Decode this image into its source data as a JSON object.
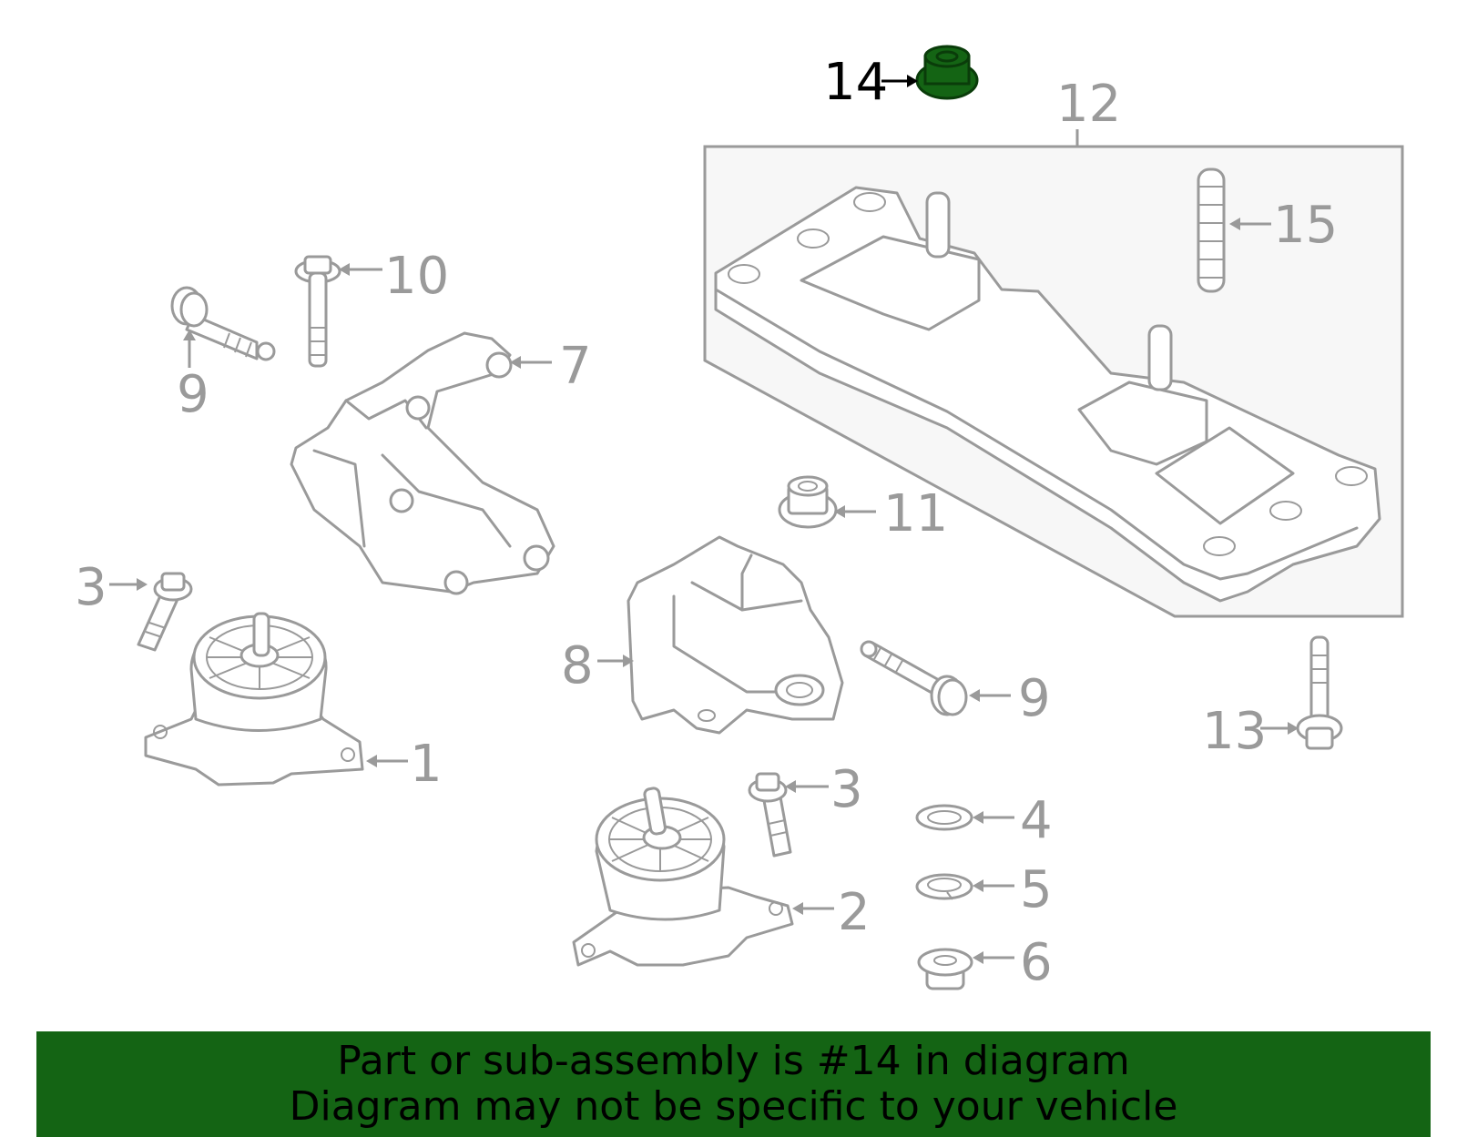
{
  "diagram": {
    "highlight_color": "#146414",
    "highlighted_part": "14",
    "callouts": {
      "c1": "1",
      "c2": "2",
      "c3a": "3",
      "c3b": "3",
      "c4": "4",
      "c5": "5",
      "c6": "6",
      "c7": "7",
      "c8": "8",
      "c9a": "9",
      "c9b": "9",
      "c10": "10",
      "c11": "11",
      "c12": "12",
      "c13": "13",
      "c14": "14",
      "c15": "15"
    }
  },
  "banner": {
    "line1": "Part or sub-assembly is #14 in diagram",
    "line2": "Diagram may not be specific to your vehicle"
  }
}
